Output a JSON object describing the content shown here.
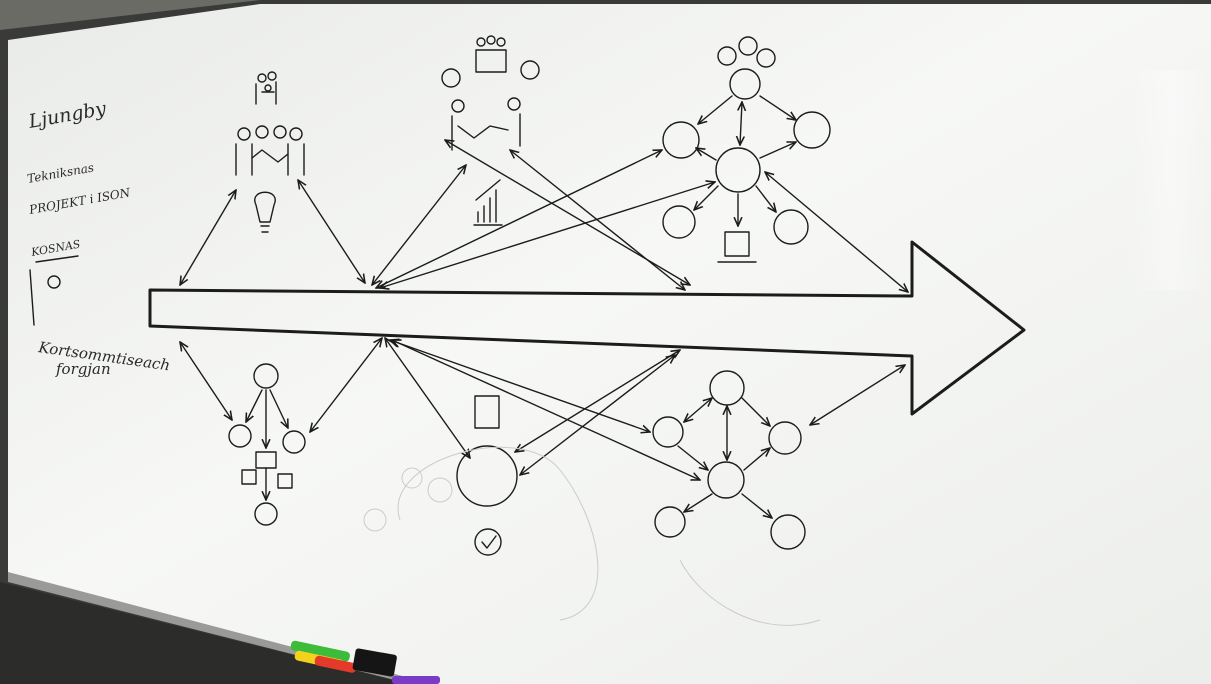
{
  "notes": {
    "title": "Ljungby",
    "line1": "Tekniksnas",
    "line2": "PROJEKT i ISON",
    "line3": "KOSNAS",
    "line4": "Kortsommtiseach",
    "line5": "forgjan"
  },
  "colors": {
    "board": "#f4f5f3",
    "ink": "#1c1c1c",
    "marker_green": "#3dbb3a",
    "marker_yellow": "#f2d21c",
    "marker_red": "#e33a2a",
    "marker_blue": "#2a6fd6",
    "marker_purple": "#7a3cc6"
  }
}
